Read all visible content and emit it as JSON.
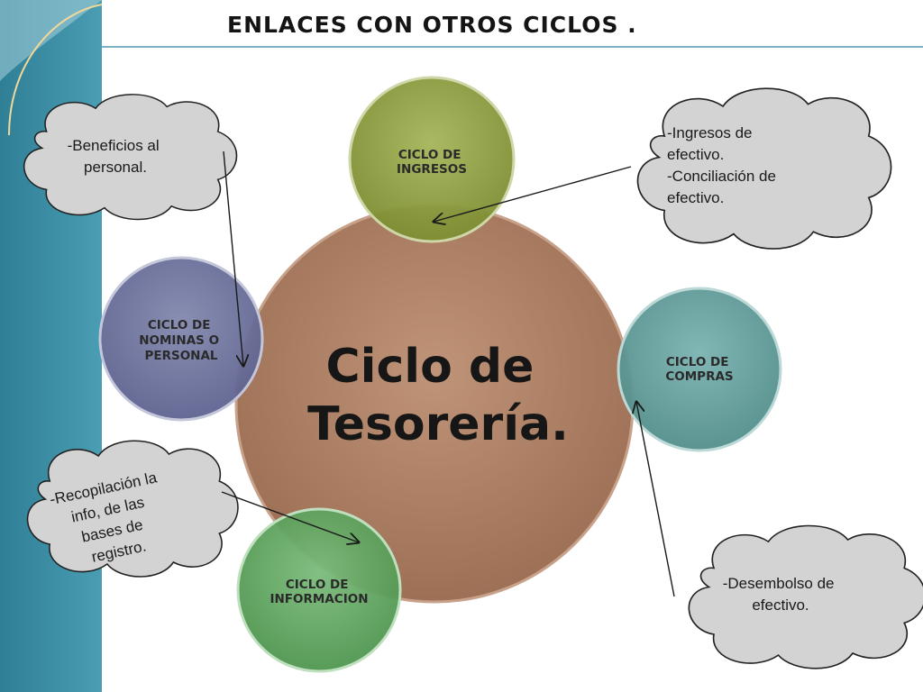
{
  "title": "ENLACES   CON  OTROS     CICLOS  .",
  "center": {
    "lines": [
      "Ciclo de",
      "Tesorería."
    ],
    "color": "#a97a5e"
  },
  "cycles": {
    "ingresos": {
      "lines": [
        "CICLO DE",
        "INGRESOS"
      ],
      "color": "#8a9a3a"
    },
    "nominas": {
      "lines": [
        "CICLO DE",
        "NOMINAS O",
        "PERSONAL"
      ],
      "color": "#6a6f96"
    },
    "compras": {
      "lines": [
        "CICLO DE",
        "COMPRAS"
      ],
      "color": "#5f9a98"
    },
    "informacion": {
      "lines": [
        "CICLO DE",
        "INFORMACION"
      ],
      "color": "#5da05d"
    }
  },
  "clouds": {
    "beneficios": {
      "lines": [
        "-Beneficios al",
        "personal."
      ]
    },
    "ingresos": {
      "lines": [
        "-Ingresos de",
        "efectivo.",
        "-Conciliación de",
        "efectivo."
      ]
    },
    "recopilacion": {
      "lines": [
        "-Recopilación la",
        "info, de las",
        "bases de",
        "registro."
      ]
    },
    "desembolso": {
      "lines": [
        "-Desembolso de",
        "efectivo."
      ]
    }
  },
  "colors": {
    "sidebar": "#3b8fa6",
    "cloud": "#d3d3d3",
    "header_line": "#7bb3c2"
  }
}
